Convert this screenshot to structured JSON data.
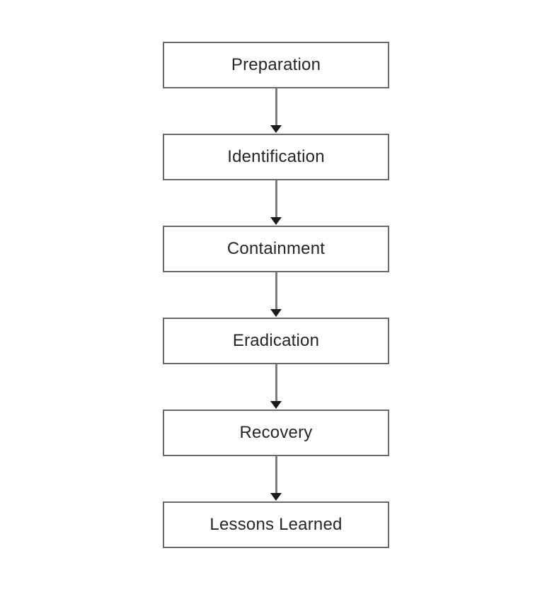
{
  "flowchart": {
    "steps": [
      {
        "label": "Preparation"
      },
      {
        "label": "Identification"
      },
      {
        "label": "Containment"
      },
      {
        "label": "Eradication"
      },
      {
        "label": "Recovery"
      },
      {
        "label": "Lessons Learned"
      }
    ],
    "colors": {
      "background": "#ffffff",
      "box_border": "#6a6a6a",
      "box_fill": "#ffffff",
      "text": "#262626",
      "arrow_line": "#7d7d7d",
      "arrow_head": "#1b1b1b"
    }
  }
}
